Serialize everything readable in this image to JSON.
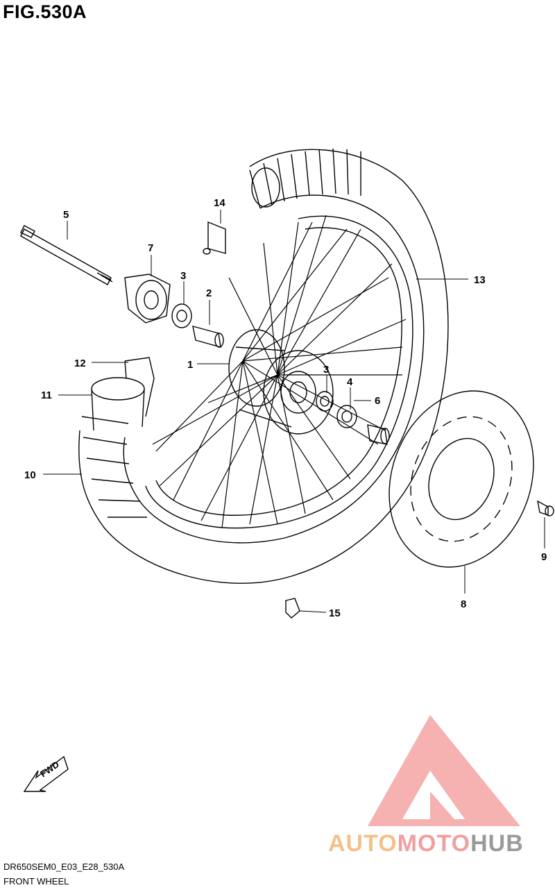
{
  "figure": {
    "title": "FIG.530A"
  },
  "callouts": [
    {
      "num": "1"
    },
    {
      "num": "2"
    },
    {
      "num": "3"
    },
    {
      "num": "3"
    },
    {
      "num": "4"
    },
    {
      "num": "5"
    },
    {
      "num": "6"
    },
    {
      "num": "7"
    },
    {
      "num": "8"
    },
    {
      "num": "9"
    },
    {
      "num": "10"
    },
    {
      "num": "11"
    },
    {
      "num": "12"
    },
    {
      "num": "13"
    },
    {
      "num": "14"
    },
    {
      "num": "15"
    }
  ],
  "fwd_arrow": {
    "label": "FWD"
  },
  "footer": {
    "code": "DR650SEM0_E03_E28_530A",
    "name": "FRONT WHEEL"
  },
  "watermark": {
    "part1": "AUTO",
    "part2": "MOTO",
    "part3": "HUB",
    "colors": [
      "#f4c08a",
      "#f0a0a0",
      "#9a9a9a"
    ]
  }
}
